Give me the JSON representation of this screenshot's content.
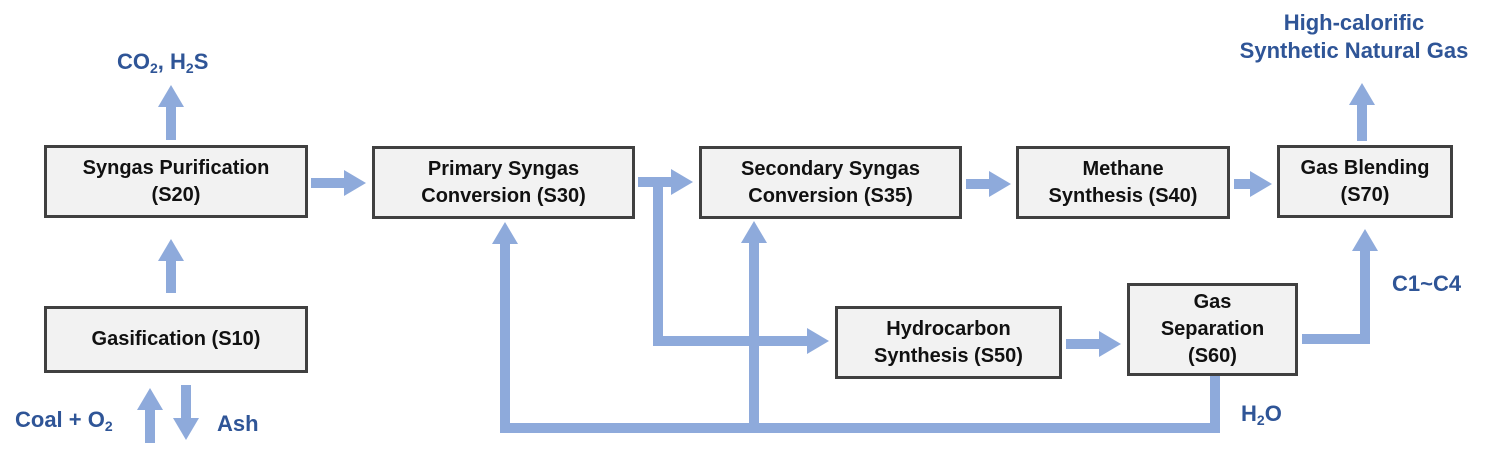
{
  "colors": {
    "arrow": "#8eaadb",
    "label": "#2f5597",
    "box_fill": "#f2f2f2",
    "box_border": "#404040"
  },
  "boxes": {
    "s10": {
      "line1": "Gasification (S10)"
    },
    "s20": {
      "line1": "Syngas Purification",
      "line2": "(S20)"
    },
    "s30": {
      "line1": "Primary Syngas",
      "line2": "Conversion (S30)"
    },
    "s35": {
      "line1": "Secondary Syngas",
      "line2": "Conversion (S35)"
    },
    "s40": {
      "line1": "Methane",
      "line2": "Synthesis (S40)"
    },
    "s50": {
      "line1": "Hydrocarbon",
      "line2": "Synthesis (S50)"
    },
    "s60": {
      "line1": "Gas",
      "line2": "Separation",
      "line3": "(S60)"
    },
    "s70": {
      "line1": "Gas Blending",
      "line2": "(S70)"
    }
  },
  "labels": {
    "co2": {
      "pre": "CO",
      "sub": "2",
      "mid": ", H",
      "sub2": "2",
      "post": "S"
    },
    "coal": {
      "pre": "Coal + O",
      "sub": "2"
    },
    "ash": "Ash",
    "h2o": {
      "pre": "H",
      "sub": "2",
      "post": "O"
    },
    "c1c4": "C1~C4",
    "sng_line1": "High-calorific",
    "sng_line2": "Synthetic Natural Gas"
  }
}
